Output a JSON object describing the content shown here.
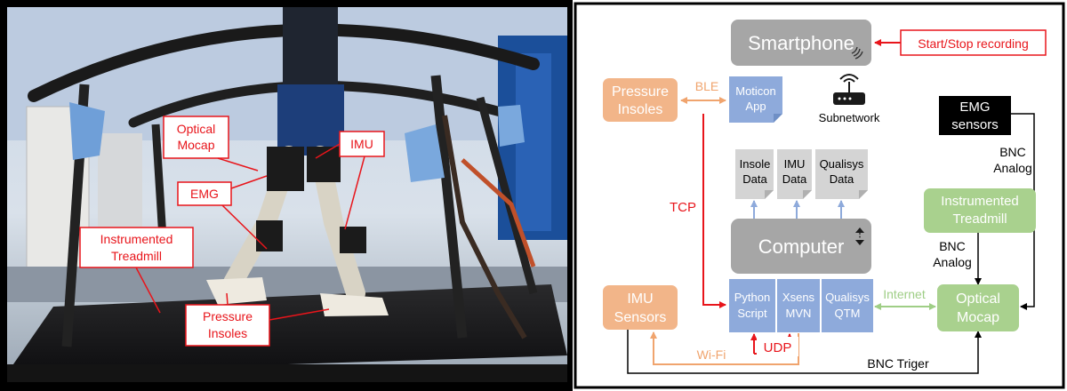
{
  "photo_labels": {
    "optical_mocap": [
      "Optical",
      "Mocap"
    ],
    "emg": "EMG",
    "imu": "IMU",
    "treadmill": [
      "Instrumented",
      "Treadmill"
    ],
    "insoles": [
      "Pressure",
      "Insoles"
    ]
  },
  "diagram": {
    "smartphone": "Smartphone",
    "start_stop": "Start/Stop recording",
    "pressure_insoles": [
      "Pressure",
      "Insoles"
    ],
    "ble": "BLE",
    "moticon_app": [
      "Moticon",
      "App"
    ],
    "subnetwork": "Subnetwork",
    "emg_sensors": [
      "EMG",
      "sensors"
    ],
    "bnc_analog_top": [
      "BNC",
      "Analog"
    ],
    "insole_data": [
      "Insole",
      "Data"
    ],
    "imu_data": [
      "IMU",
      "Data"
    ],
    "qualisys_data": [
      "Qualisys",
      "Data"
    ],
    "tcp": "TCP",
    "instrumented_treadmill": [
      "Instrumented",
      "Treadmill"
    ],
    "computer": "Computer",
    "bnc_analog_mid": [
      "BNC",
      "Analog"
    ],
    "imu_sensors": [
      "IMU",
      "Sensors"
    ],
    "python_script": [
      "Python",
      "Script"
    ],
    "xsens_mvn": [
      "Xsens",
      "MVN"
    ],
    "qualisys_qtm": [
      "Qualisys",
      "QTM"
    ],
    "internet": "Internet",
    "optical_mocap": [
      "Optical",
      "Mocap"
    ],
    "wifi": "Wi-Fi",
    "udp": "UDP",
    "bnc_trigger": "BNC Triger"
  },
  "colors": {
    "red": "#e8151b",
    "orange_box": "#f2b589",
    "orange_text": "#f0a46e",
    "gray_box": "#a6a6a6",
    "light_gray": "#d4d4d4",
    "blue_box": "#8eaadb",
    "green_box": "#a9d18e",
    "green_text": "#9fce86"
  }
}
